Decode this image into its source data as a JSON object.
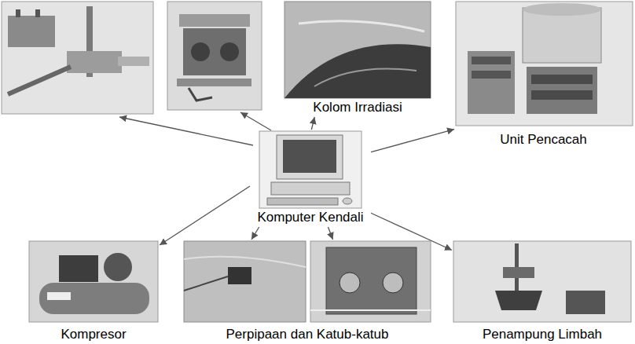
{
  "diagram": {
    "nodes": [
      {
        "text": [
          "Kolom Irradiasi"
        ]
      },
      {
        "text": [
          "Unit Pencacah"
        ]
      },
      {
        "text": [
          "Komputer Kendali"
        ]
      },
      {
        "text": [
          "Kompresor"
        ]
      },
      {
        "text": [
          "Perpipaan dan Katub-katub"
        ]
      },
      {
        "text": [
          "Penampung Limbah"
        ]
      }
    ],
    "edges": [
      {
        "from": 2,
        "to": 0,
        "arrow": "to"
      },
      {
        "from": 2,
        "to": 1,
        "arrow": "to"
      },
      {
        "from": 2,
        "to": 3,
        "arrow": "to"
      },
      {
        "from": 2,
        "to": 4,
        "arrow": "to"
      },
      {
        "from": 2,
        "to": 4,
        "arrow": "to"
      },
      {
        "from": 2,
        "to": 5,
        "arrow": "to"
      }
    ]
  }
}
